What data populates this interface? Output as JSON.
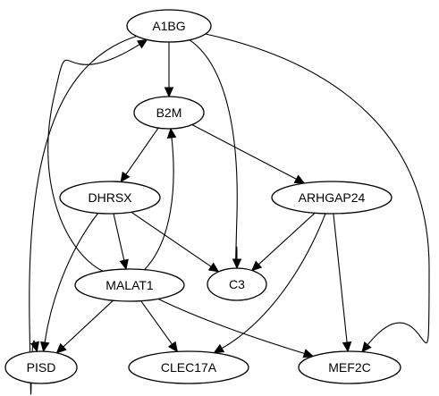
{
  "nodes": [
    {
      "id": "A1BG",
      "label": "A1BG"
    },
    {
      "id": "B2M",
      "label": "B2M"
    },
    {
      "id": "DHRSX",
      "label": "DHRSX"
    },
    {
      "id": "ARHGAP24",
      "label": "ARHGAP24"
    },
    {
      "id": "MALAT1",
      "label": "MALAT1"
    },
    {
      "id": "C3",
      "label": "C3"
    },
    {
      "id": "PISD",
      "label": "PISD"
    },
    {
      "id": "CLEC17A",
      "label": "CLEC17A"
    },
    {
      "id": "MEF2C",
      "label": "MEF2C"
    }
  ],
  "edges": [
    {
      "from": "A1BG",
      "to": "B2M"
    },
    {
      "from": "A1BG",
      "to": "C3"
    },
    {
      "from": "A1BG",
      "to": "PISD"
    },
    {
      "from": "A1BG",
      "to": "MEF2C"
    },
    {
      "from": "B2M",
      "to": "DHRSX"
    },
    {
      "from": "B2M",
      "to": "ARHGAP24"
    },
    {
      "from": "DHRSX",
      "to": "MALAT1"
    },
    {
      "from": "DHRSX",
      "to": "C3"
    },
    {
      "from": "DHRSX",
      "to": "PISD"
    },
    {
      "from": "ARHGAP24",
      "to": "C3"
    },
    {
      "from": "ARHGAP24",
      "to": "CLEC17A"
    },
    {
      "from": "ARHGAP24",
      "to": "MEF2C"
    },
    {
      "from": "MALAT1",
      "to": "A1BG"
    },
    {
      "from": "MALAT1",
      "to": "B2M"
    },
    {
      "from": "MALAT1",
      "to": "PISD"
    },
    {
      "from": "MALAT1",
      "to": "CLEC17A"
    },
    {
      "from": "MALAT1",
      "to": "MEF2C"
    }
  ]
}
